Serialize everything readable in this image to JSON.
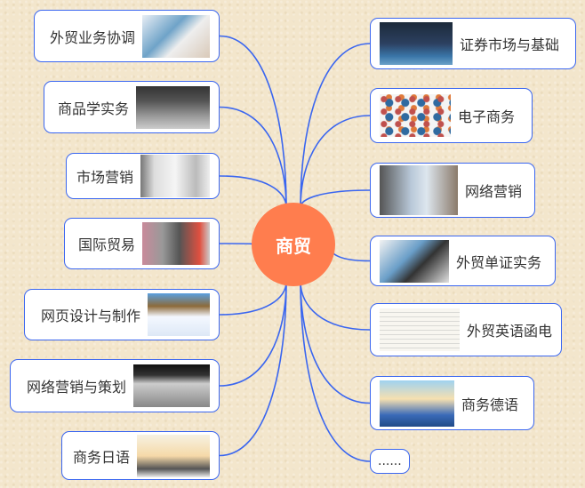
{
  "center": {
    "label": "商贸",
    "color": "#ff7d4e"
  },
  "line_color": "#3a66f0",
  "left_nodes": [
    {
      "label": "外贸业务协调",
      "image": "office-photo"
    },
    {
      "label": "商品学实务",
      "image": "store-photo"
    },
    {
      "label": "市场营销",
      "image": "display-photo"
    },
    {
      "label": "国际贸易",
      "image": "clothing-shop-photo"
    },
    {
      "label": "网页设计与制作",
      "image": "webpage-screenshot"
    },
    {
      "label": "网络营销与策划",
      "image": "storefront-photo"
    },
    {
      "label": "商务日语",
      "image": "meeting-cartoon"
    }
  ],
  "right_nodes": [
    {
      "label": "证券市场与基础",
      "image": "stock-exchange-photo"
    },
    {
      "label": "电子商务",
      "image": "dots-graphic"
    },
    {
      "label": "网络营销",
      "image": "office-room-photo"
    },
    {
      "label": "外贸单证实务",
      "image": "desk-photo"
    },
    {
      "label": "外贸英语函电",
      "image": "document-screenshot"
    },
    {
      "label": "商务德语",
      "image": "business-cartoon"
    },
    {
      "label": "......"
    }
  ]
}
